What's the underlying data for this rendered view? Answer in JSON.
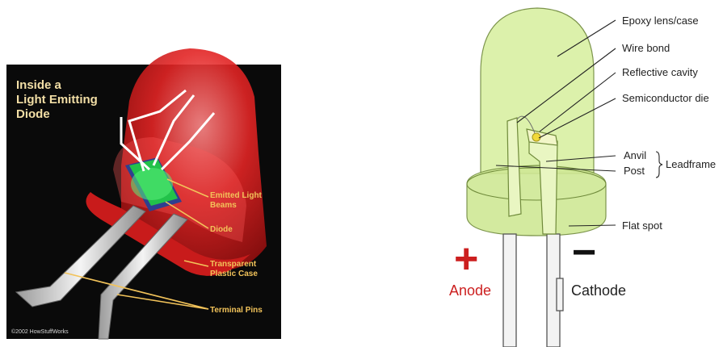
{
  "left_panel": {
    "title": [
      "Inside a",
      "Light Emitting",
      "Diode"
    ],
    "labels": {
      "emitted": [
        "Emitted Light",
        "Beams"
      ],
      "diode": "Diode",
      "case": [
        "Transparent",
        "Plastic Case"
      ],
      "pins": "Terminal Pins"
    },
    "copyright": "©2002 HowStuffWorks",
    "colors": {
      "background": "#0a0a0a",
      "case": "#e22424",
      "chip": "#22c24a",
      "label": "#f2c35a",
      "title": "#f3dfa6"
    }
  },
  "right_panel": {
    "labels": {
      "epoxy": "Epoxy lens/case",
      "wire": "Wire bond",
      "cavity": "Reflective cavity",
      "die": "Semiconductor die",
      "anvil": "Anvil",
      "post": "Post",
      "leadframe": "Leadframe",
      "flat": "Flat spot",
      "anode_sign": "+",
      "cathode_sign": "−",
      "anode": "Anode",
      "cathode": "Cathode"
    },
    "colors": {
      "lens": "#d4ec9a",
      "outline": "#6f8a3a",
      "anode": "#cc1f1f",
      "text": "#222222"
    }
  }
}
